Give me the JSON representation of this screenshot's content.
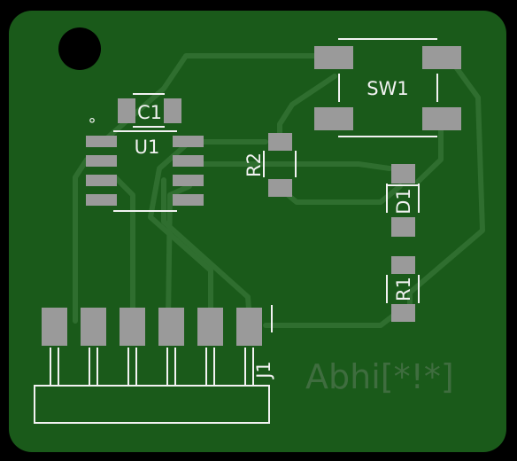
{
  "board": {
    "colors": {
      "background": "#000000",
      "soldermask": "#1a5a1a",
      "trace": "#2f6e2f",
      "pad": "#9a9a9a",
      "silkscreen": "#f2f2f2",
      "ghost_text": "#3f6d3f"
    }
  },
  "components": {
    "c1": "C1",
    "u1": "U1",
    "u1_pin1_marker": "°",
    "sw1": "SW1",
    "r2": "R2",
    "d1": "D1",
    "r1": "R1",
    "j1": "J1"
  },
  "watermark": "Abhi[*!*]"
}
